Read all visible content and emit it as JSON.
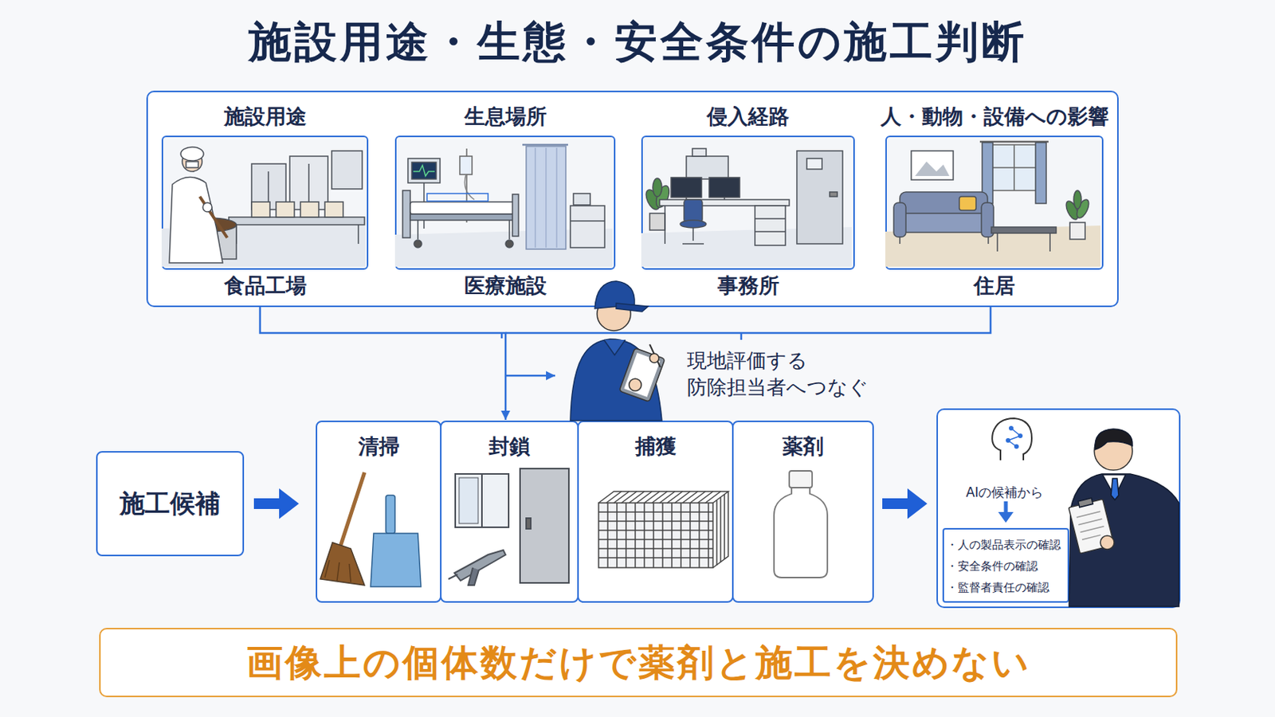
{
  "diagram": {
    "title": "施設用途・生態・安全条件の施工判断",
    "nodes": [
      {
        "text": []
      },
      {
        "text": [
          "施設用途",
          "食品工場"
        ],
        "in": 0
      },
      {
        "text": [
          "生息場所",
          "医療施設"
        ],
        "in": 0
      },
      {
        "text": [
          "侵入経路",
          "事務所"
        ],
        "in": 0
      },
      {
        "text": [
          "人・動物・設備への影響",
          "住居"
        ],
        "in": 0
      },
      {
        "text": [
          "施工候補"
        ]
      },
      {
        "text": [
          "清掃"
        ]
      },
      {
        "text": [
          "封鎖"
        ]
      },
      {
        "text": [
          "捕獲"
        ]
      },
      {
        "text": [
          "薬剤"
        ]
      },
      {
        "text": [
          "AIの候補から"
        ]
      },
      {
        "text": [
          "・人の製品表示の確認",
          "・安全条件の確認",
          "・監督者責任の確認"
        ],
        "in": 10
      },
      {
        "text": [
          "画像上の個体数だけで薬剤と施工を決めない"
        ]
      }
    ],
    "edges": [
      {
        "from": 0,
        "to": 7,
        "arrow": "to"
      },
      {
        "from": 5,
        "to": 6,
        "arrow": "to"
      },
      {
        "from": 9,
        "to": 10,
        "arrow": "to"
      }
    ],
    "labels": [
      "現地評価する 防除担当者へつなぐ"
    ]
  }
}
